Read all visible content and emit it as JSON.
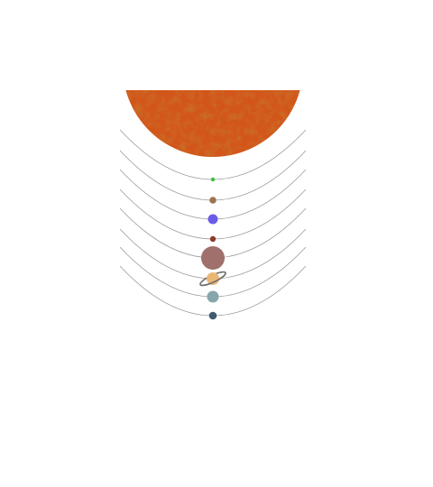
{
  "sun": {
    "color": "#d2561a",
    "shade_color": "#b4410c"
  },
  "orbit_color": "#9a9a9a",
  "planets": [
    {
      "id": "mercury",
      "color": "#3cbf3c"
    },
    {
      "id": "venus",
      "color": "#9a7550"
    },
    {
      "id": "earth",
      "color": "#6a5ce8"
    },
    {
      "id": "mars",
      "color": "#8c3d2a"
    },
    {
      "id": "jupiter",
      "color": "#a0706c"
    },
    {
      "id": "saturn",
      "color": "#e9b775",
      "ring_color": "#6f6f6f"
    },
    {
      "id": "uranus",
      "color": "#86a6ab"
    },
    {
      "id": "neptune",
      "color": "#3f5a6e"
    }
  ]
}
